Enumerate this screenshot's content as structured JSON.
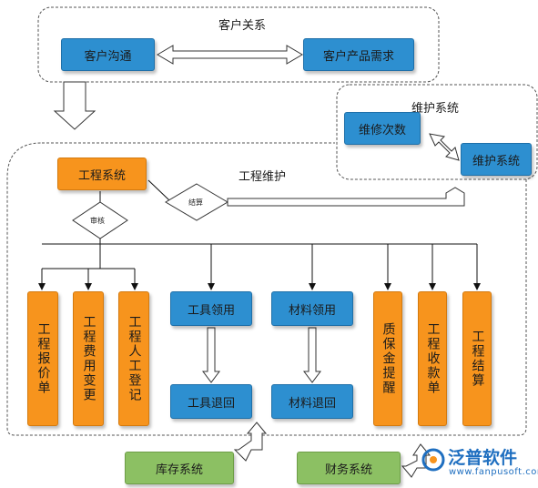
{
  "groups": {
    "customer_title": "客户关系",
    "maintenance_title": "维护系统",
    "engineering_title": "工程维护"
  },
  "nodes": {
    "customer_comm": "客户沟通",
    "customer_demand": "客户产品需求",
    "repair_count": "维修次数",
    "maintenance_system": "维护系统",
    "engineering_system": "工程系统",
    "review": "审核",
    "settle": "结算",
    "quote": "工程报价单",
    "cost_change": "工程费用变更",
    "labor_register": "工程人工登记",
    "tool_use": "工具领用",
    "material_use": "材料领用",
    "tool_return": "工具退回",
    "material_return": "材料退回",
    "warranty": "质保金提醒",
    "collection": "工程收款单",
    "final_account": "工程结算",
    "inventory": "库存系统",
    "finance": "财务系统"
  },
  "logo": {
    "name": "泛普软件",
    "url": "www.fanpusoft.com"
  },
  "colors": {
    "blue": "#2d8fd0",
    "orange": "#f7941d",
    "green": "#8cc063"
  }
}
